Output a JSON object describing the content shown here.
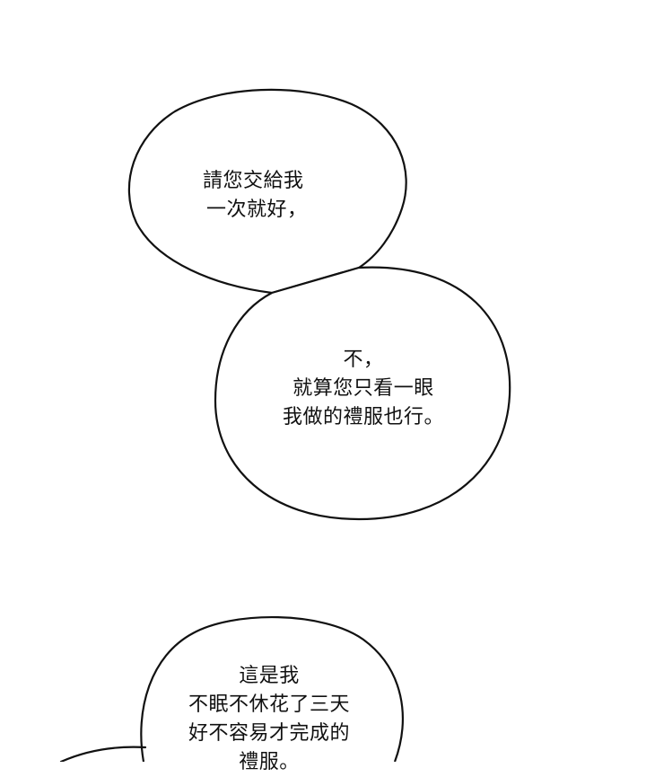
{
  "colors": {
    "background": "#ffffff",
    "ink": "#111111"
  },
  "bubbles": [
    {
      "lines": [
        "請您交給我",
        "一次就好，"
      ]
    },
    {
      "lines": [
        "不，",
        "就算您只看一眼",
        "我做的禮服也行。"
      ]
    },
    {
      "lines": [
        "這是我",
        "不眠不休花了三天",
        "好不容易才完成的",
        "禮服。"
      ]
    }
  ]
}
